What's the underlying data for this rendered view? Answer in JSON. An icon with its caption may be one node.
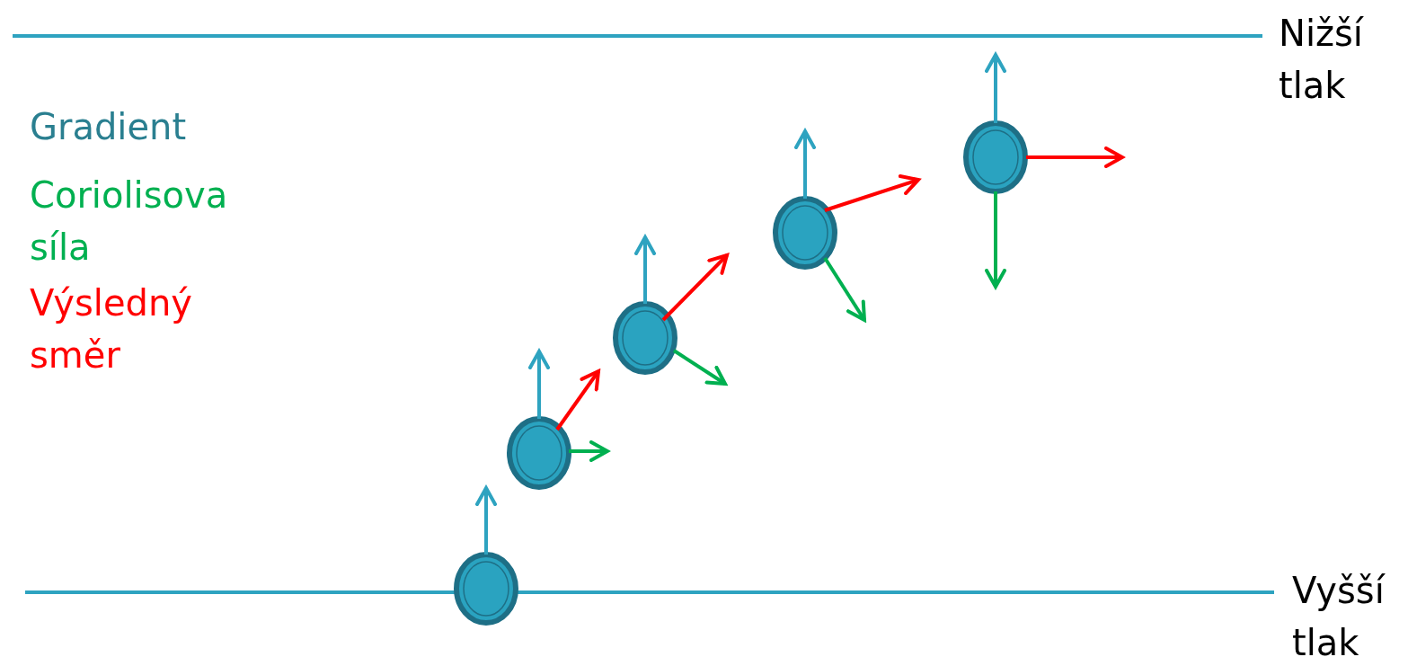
{
  "diagram": {
    "labels": [
      "Nižší tlak",
      "Vyšší tlak"
    ],
    "legend": [
      {
        "text": "Gradient",
        "color": "#2a7f90"
      },
      {
        "text": "Coriolisova síla",
        "color": "#00b050"
      },
      {
        "text": "Výsledný směr",
        "color": "#ff0000"
      }
    ]
  }
}
